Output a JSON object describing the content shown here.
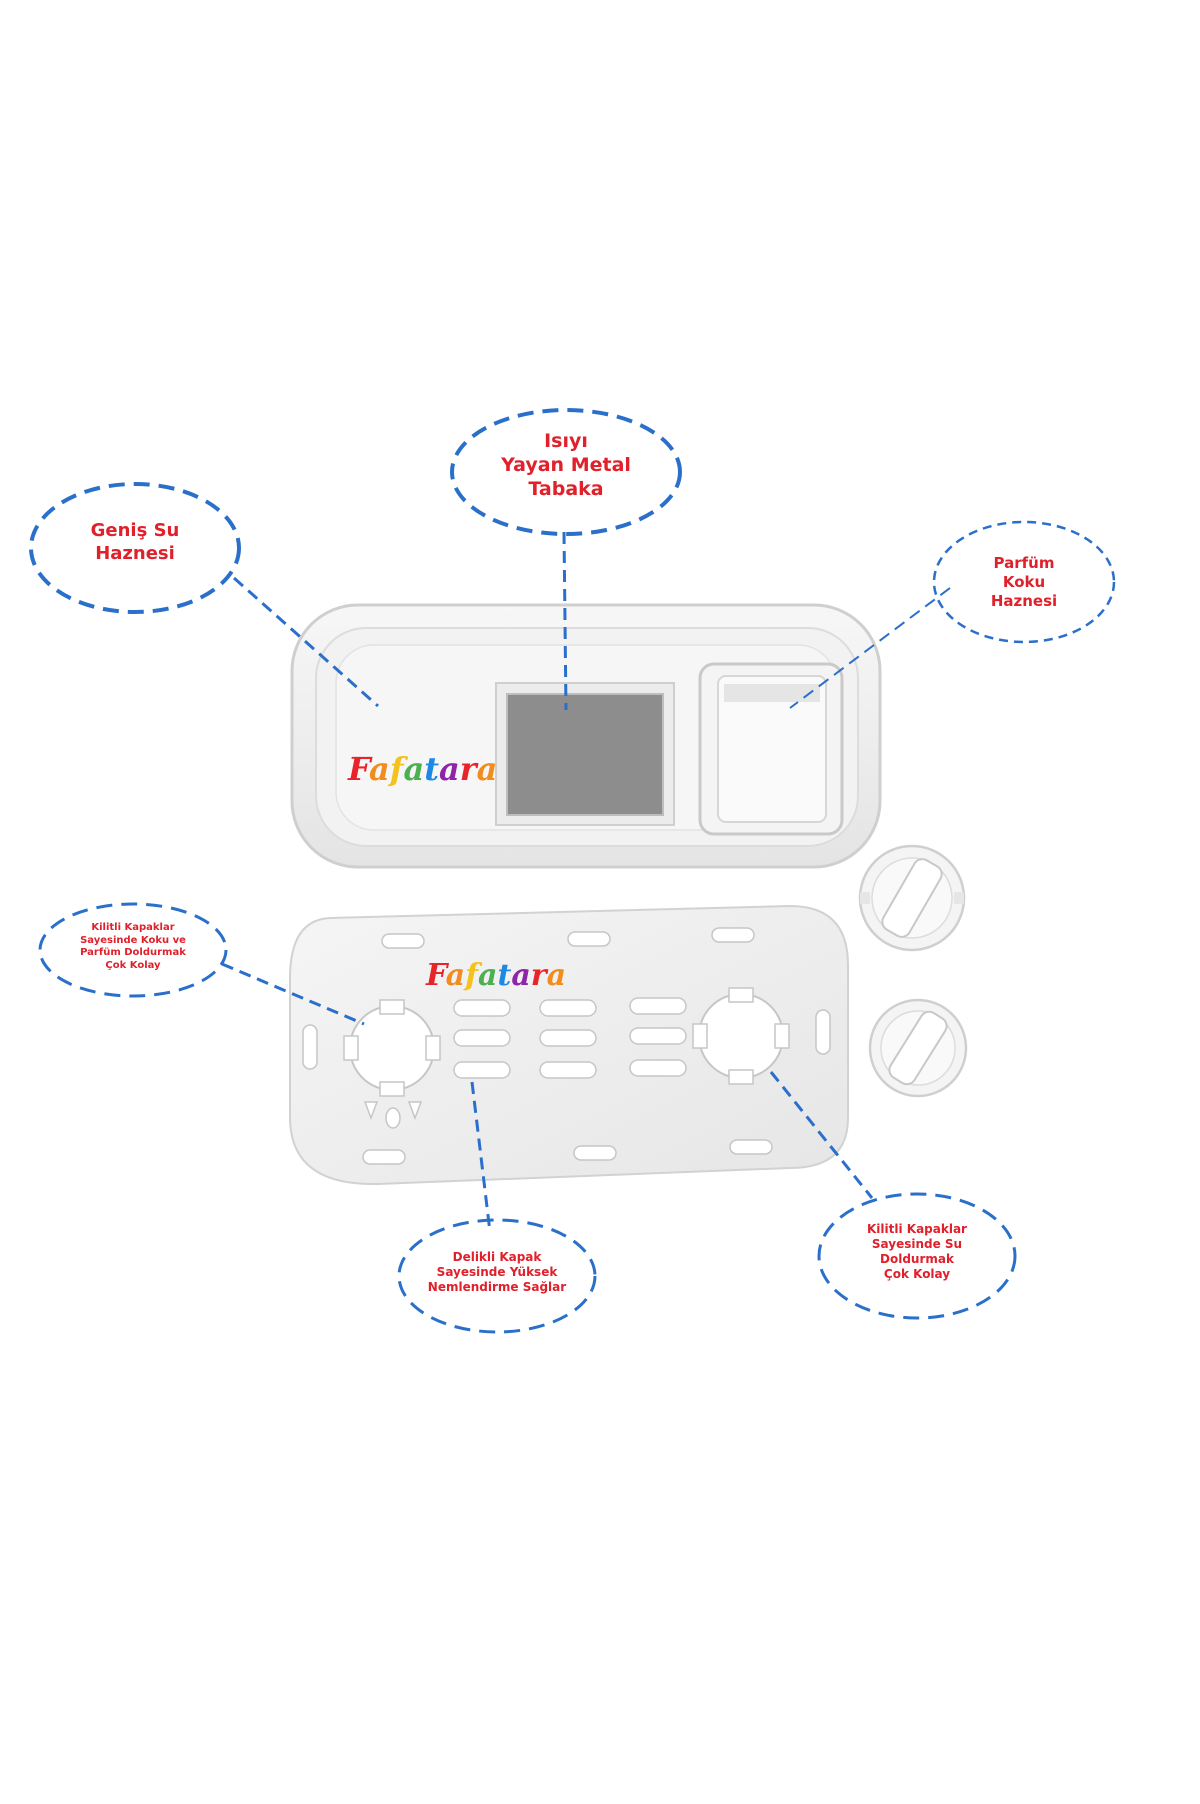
{
  "brand": {
    "logo_text": "Fafatara",
    "logo_colors": [
      "#e8242b",
      "#f28c1e",
      "#f4c21c",
      "#4caf50",
      "#1e88e5",
      "#8e24aa"
    ]
  },
  "colors": {
    "callout_border": "#2a6fc9",
    "callout_text": "#e0202a",
    "leader_line": "#2a6fc9",
    "plastic": "#f1f1f1",
    "plastic_edge": "#cfcfcf",
    "metal_plate": "#8d8d8d"
  },
  "callouts": {
    "water_tank": {
      "lines": [
        "Geniş Su",
        "Haznesi"
      ]
    },
    "metal_plate": {
      "lines": [
        "Isıyı",
        "Yayan Metal",
        "Tabaka"
      ]
    },
    "perfume": {
      "lines": [
        "Parfüm",
        "Koku",
        "Haznesi"
      ]
    },
    "locking_caps_perfume": {
      "lines": [
        "Kilitli Kapaklar",
        "Sayesinde Koku ve",
        "Parfüm Doldurmak",
        "Çok Kolay"
      ]
    },
    "perforated_lid": {
      "lines": [
        "Delikli Kapak",
        "Sayesinde Yüksek",
        "Nemlendirme Sağlar"
      ]
    },
    "locking_caps_water": {
      "lines": [
        "Kilitli Kapaklar",
        "Sayesinde Su",
        "Doldurmak",
        "Çok Kolay"
      ]
    }
  }
}
